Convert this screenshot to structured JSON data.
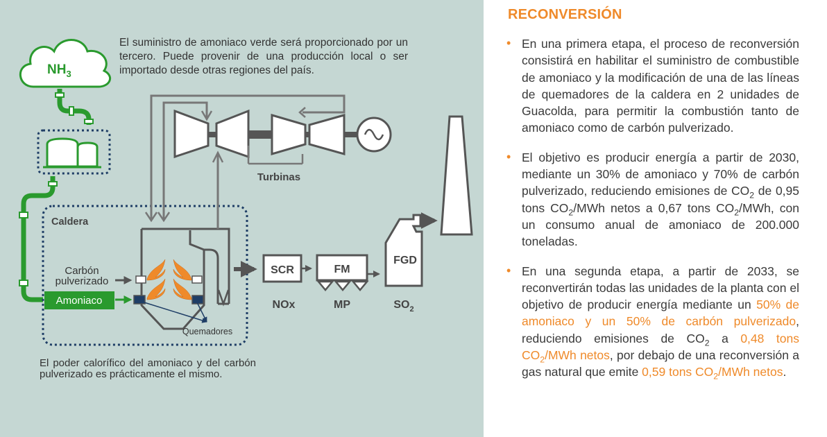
{
  "diagram": {
    "nh3": {
      "main": "NH",
      "sub": "3"
    },
    "supply_note": "El suministro de amoniaco verde será proporcionado por un tercero. Puede provenir de una producción local o ser importado desde otras regiones del país.",
    "caldera_label": "Caldera",
    "carbon_label_1": "Carbón",
    "carbon_label_2": "pulverizado",
    "amoniaco_label": "Amoniaco",
    "quemadores_label": "Quemadores",
    "turbinas_label": "Turbinas",
    "scr_label": "SCR",
    "fm_label": "FM",
    "fgd_label": "FGD",
    "nox_label": "NOx",
    "mp_label": "MP",
    "so2": {
      "main": "SO",
      "sub": "2"
    },
    "calorific_note": "El poder calorífico del amoniaco y del carbón pulverizado es prácticamente el mismo.",
    "colors": {
      "green": "#2a9a2e",
      "dark": "#555555",
      "navy": "#1f3e66",
      "orange": "#ef8a2a",
      "panel": "#c5d7d3"
    }
  },
  "section": {
    "title": "RECONVERSIÓN",
    "bullets": [
      {
        "parts": [
          {
            "t": "En una primera etapa, el proceso de reconversión consistirá en habilitar el suministro de combustible de amoniaco y la modificación de una de las líneas de quemadores de la caldera en 2 unidades de Guacolda, para permitir la combustión tanto de amoniaco como de carbón pulverizado."
          }
        ]
      },
      {
        "parts": [
          {
            "t": "El objetivo es producir energía a partir de 2030, mediante un 30% de amoniaco y 70% de carbón pulverizado, reduciendo emisiones de CO"
          },
          {
            "t": "2",
            "sub": true
          },
          {
            "t": " de  0,95 tons CO"
          },
          {
            "t": "2",
            "sub": true
          },
          {
            "t": "/MWh netos a 0,67 tons CO"
          },
          {
            "t": "2",
            "sub": true
          },
          {
            "t": "/MWh, con un consumo anual de amoniaco de 200.000 toneladas."
          }
        ]
      },
      {
        "parts": [
          {
            "t": "En una segunda etapa, a partir de 2033, se reconvertirán todas las unidades de la planta con el objetivo de producir energía mediante un "
          },
          {
            "t": "50% de amoniaco y un 50% de carbón pulverizado",
            "hl": true
          },
          {
            "t": ", reduciendo emisiones de CO"
          },
          {
            "t": "2",
            "sub": true
          },
          {
            "t": " a "
          },
          {
            "t": "0,48 tons CO",
            "hl": true
          },
          {
            "t": "2",
            "sub": true,
            "hl": true
          },
          {
            "t": "/MWh netos",
            "hl": true
          },
          {
            "t": ", por debajo de una reconversión a gas natural que emite "
          },
          {
            "t": "0,59 tons CO",
            "hl": true
          },
          {
            "t": "2",
            "sub": true,
            "hl": true
          },
          {
            "t": "/MWh netos",
            "hl": true
          },
          {
            "t": "."
          }
        ]
      }
    ]
  }
}
